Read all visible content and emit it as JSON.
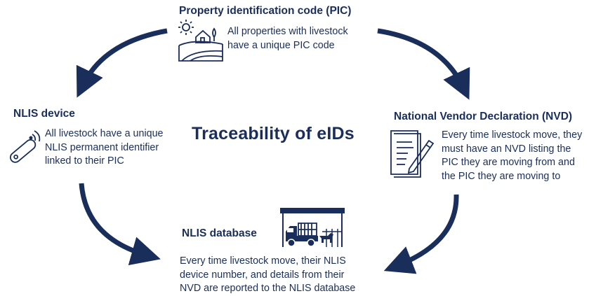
{
  "center_title": "Traceability of eIDs",
  "colors": {
    "primary": "#1a2e5c",
    "background": "#ffffff"
  },
  "nodes": {
    "pic": {
      "title": "Property identification code (PIC)",
      "lines": [
        "All properties with livestock",
        "have a unique PIC code"
      ],
      "icon": "farm-property-icon"
    },
    "nlis_device": {
      "title": "NLIS device",
      "lines": [
        "All livestock have a unique",
        "NLIS permanent identifier",
        "linked to their PIC"
      ],
      "icon": "ear-tag-icon"
    },
    "nvd": {
      "title": "National Vendor Declaration (NVD)",
      "lines": [
        "Every time livestock move, they",
        "must have an NVD listing the",
        "PIC they are moving from and",
        "the PIC they are moving to"
      ],
      "icon": "document-pen-icon"
    },
    "nlis_database": {
      "title": "NLIS database",
      "lines": [
        "Every time livestock move, their NLIS",
        "device number, and details from their",
        "NVD are reported to the NLIS database"
      ],
      "icon": "livestock-truck-icon"
    }
  }
}
